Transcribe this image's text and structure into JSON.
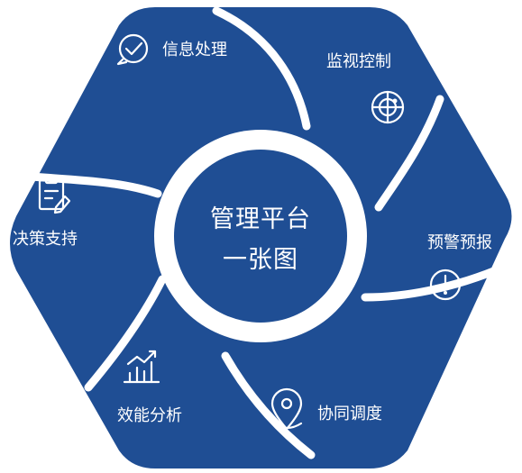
{
  "diagram": {
    "center": {
      "line1": "管理平台",
      "line2": "一张图"
    },
    "segments": [
      {
        "label": "信息处理",
        "icon": "chat-check-icon"
      },
      {
        "label": "监视控制",
        "icon": "radar-icon"
      },
      {
        "label": "预警预报",
        "icon": "alert-icon"
      },
      {
        "label": "协同调度",
        "icon": "location-pin-icon"
      },
      {
        "label": "效能分析",
        "icon": "bar-chart-icon"
      },
      {
        "label": "决策支持",
        "icon": "clipboard-edit-icon"
      }
    ]
  },
  "colors": {
    "primary": "#1f4e94",
    "background": "#ffffff",
    "text": "#ffffff"
  }
}
